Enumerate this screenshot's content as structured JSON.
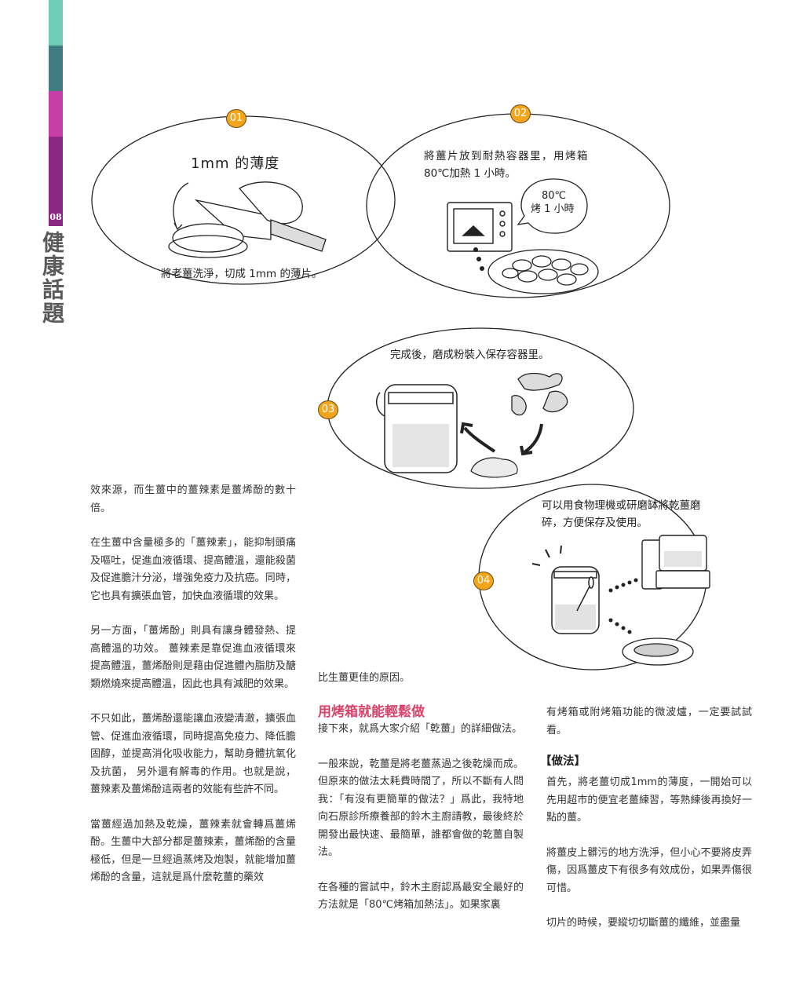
{
  "sidebar": {
    "page_number": "08",
    "section_title": "健康話題"
  },
  "steps": [
    {
      "badge": "01",
      "hand_label": "1mm 的薄度",
      "caption": "將老薑洗淨，切成 1mm 的薄片。"
    },
    {
      "badge": "02",
      "caption_line1": "將薑片放到耐熱容器里，用烤箱",
      "caption_line2": "80℃加熱 1 小時。",
      "bubble_line1": "80℃",
      "bubble_line2": "烤 1 小時"
    },
    {
      "badge": "03",
      "caption": "完成後，磨成粉裝入保存容器里。"
    },
    {
      "badge": "04",
      "caption_line1": "可以用食物理機或研磨缽將乾薑磨",
      "caption_line2": "碎，方便保存及使用。"
    }
  ],
  "article": {
    "col1": [
      "效來源，而生薑中的薑辣素是薑烯酚的數十倍。",
      "在生薑中含量極多的「薑辣素」，能抑制頭痛及嘔吐，促進血液循環、提高體溫，還能殺菌及促進膽汁分泌，增強免疫力及抗癌。同時，它也具有擴張血管，加快血液循環的效果。",
      "另一方面，「薑烯酚」則具有讓身體發熱、提高體溫的功效。 薑辣素是靠促進血液循環來提高體溫，薑烯酚則是藉由促進體內脂肪及醣類燃燒來提高體溫，因此也具有減肥的效果。",
      "不只如此，薑烯酚還能讓血液變清澈，擴張血管、促進血液循環，同時提高免疫力、降低膽固醇，並提高消化吸收能力，幫助身體抗氧化及抗菌， 另外還有解毒的作用。也就是說，薑辣素及薑烯酚這兩者的效能有些許不同。",
      "當薑經過加熱及乾燥，薑辣素就會轉爲薑烯酚。生薑中大部分都是薑辣素，薑烯酚的含量極低，但是一旦經過蒸烤及炮製，就能增加薑烯酚的含量，這就是爲什麼乾薑的藥效"
    ],
    "col2_lead": "比生薑更佳的原因。",
    "col2_heading": "用烤箱就能輕鬆做",
    "col2": [
      "接下來，就爲大家介紹「乾薑」的詳細做法。",
      "一般來說，乾薑是將老薑蒸過之後乾燥而成。但原來的做法太耗費時間了，所以不斷有人問我：「有沒有更簡單的做法？」爲此，我特地向石原診所療養部的鈴木主廚請教，最後終於開發出最快速、最簡單，誰都會做的乾薑自製法。",
      "在各種的嘗試中，鈴木主廚認爲最安全最好的方法就是「80℃烤箱加熱法」。如果家裏"
    ],
    "col3": [
      "有烤箱或附烤箱功能的微波爐，一定要試試看。"
    ],
    "col3_heading": "【做法】",
    "col3b": [
      "首先，將老薑切成1mm的薄度，一開始可以先用超市的便宜老薑練習，等熟練後再換好一點的薑。",
      "將薑皮上髒污的地方洗淨，但小心不要將皮弄傷，因爲薑皮下有很多有效成份，如果弄傷很可惜。",
      "切片的時候，要縱切切斷薑的纖維，並盡量"
    ]
  }
}
